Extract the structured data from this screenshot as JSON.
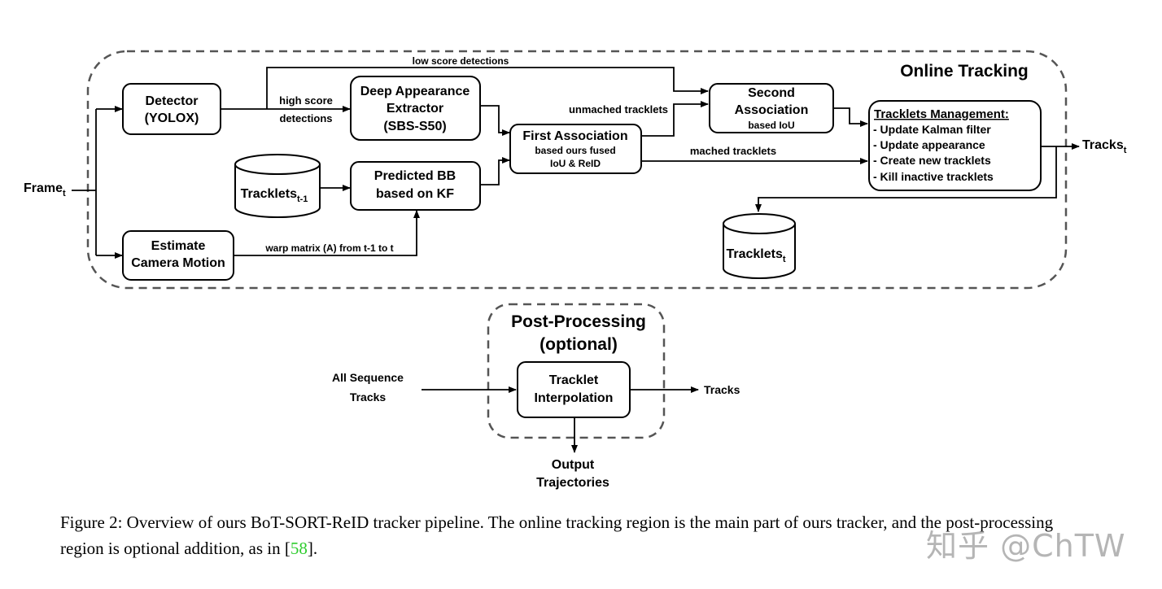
{
  "regions": {
    "online_title": "Online Tracking",
    "post_title_line1": "Post-Processing",
    "post_title_line2": "(optional)"
  },
  "inputs": {
    "frame": "Frame",
    "frame_sub": "t"
  },
  "nodes": {
    "detector": [
      "Detector",
      "(YOLOX)"
    ],
    "camera_motion": [
      "Estimate",
      "Camera Motion"
    ],
    "appearance": [
      "Deep Appearance",
      "Extractor",
      "(SBS-S50)"
    ],
    "predicted": [
      "Predicted BB",
      "based on KF"
    ],
    "tracklets_prev": {
      "label": "Tracklets",
      "sub": "t-1"
    },
    "first_assoc": {
      "title": "First Association",
      "sub1": "based ours fused",
      "sub2": "IoU & ReID"
    },
    "second_assoc": {
      "title1": "Second",
      "title2": "Association",
      "sub": "based IoU"
    },
    "management": {
      "title": "Tracklets Management:",
      "items": [
        "- Update Kalman filter",
        "- Update appearance",
        "- Create new tracklets",
        "- Kill inactive tracklets"
      ]
    },
    "tracklets_cur": {
      "label": "Tracklets",
      "sub": "t"
    },
    "interpolation": [
      "Tracklet",
      "Interpolation"
    ]
  },
  "edge_labels": {
    "low_score": "low score detections",
    "high_score_1": "high score",
    "high_score_2": "detections",
    "unmatched": "unmached tracklets",
    "matched": "mached tracklets",
    "warp": "warp matrix (A) from t-1 to t"
  },
  "outputs": {
    "tracks": "Tracks",
    "tracks_sub": "t",
    "all_seq_1": "All Sequence",
    "all_seq_2": "Tracks",
    "post_tracks": "Tracks",
    "output_1": "Output",
    "output_2": "Trajectories"
  },
  "caption": {
    "text": "Figure 2: Overview of ours BoT-SORT-ReID tracker pipeline. The online tracking region is the main part of ours tracker, and the post-processing region is optional addition, as in ",
    "cite": "58",
    "end": "]."
  },
  "watermark": "知乎 @ChTW",
  "colors": {
    "stroke": "#000000",
    "dash": "#555555",
    "citation": "#2ecc2e"
  }
}
